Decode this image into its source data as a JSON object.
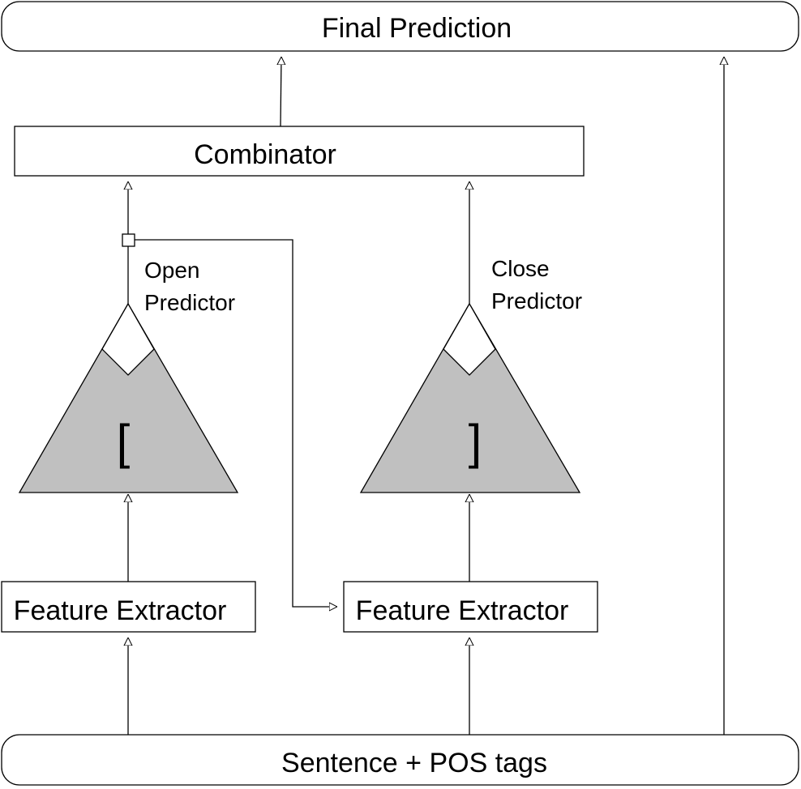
{
  "nodes": {
    "final_prediction": "Final Prediction",
    "combinator": "Combinator",
    "open_predictor": {
      "line1": "Open",
      "line2": "Predictor",
      "symbol": "["
    },
    "close_predictor": {
      "line1": "Close",
      "line2": "Predictor",
      "symbol": "]"
    },
    "feature_extractor_left": "Feature Extractor",
    "feature_extractor_right": "Feature Extractor",
    "sentence_pos": "Sentence + POS tags"
  },
  "colors": {
    "stroke": "#000000",
    "triangle_fill": "#c0c0c0",
    "background": "#ffffff"
  }
}
